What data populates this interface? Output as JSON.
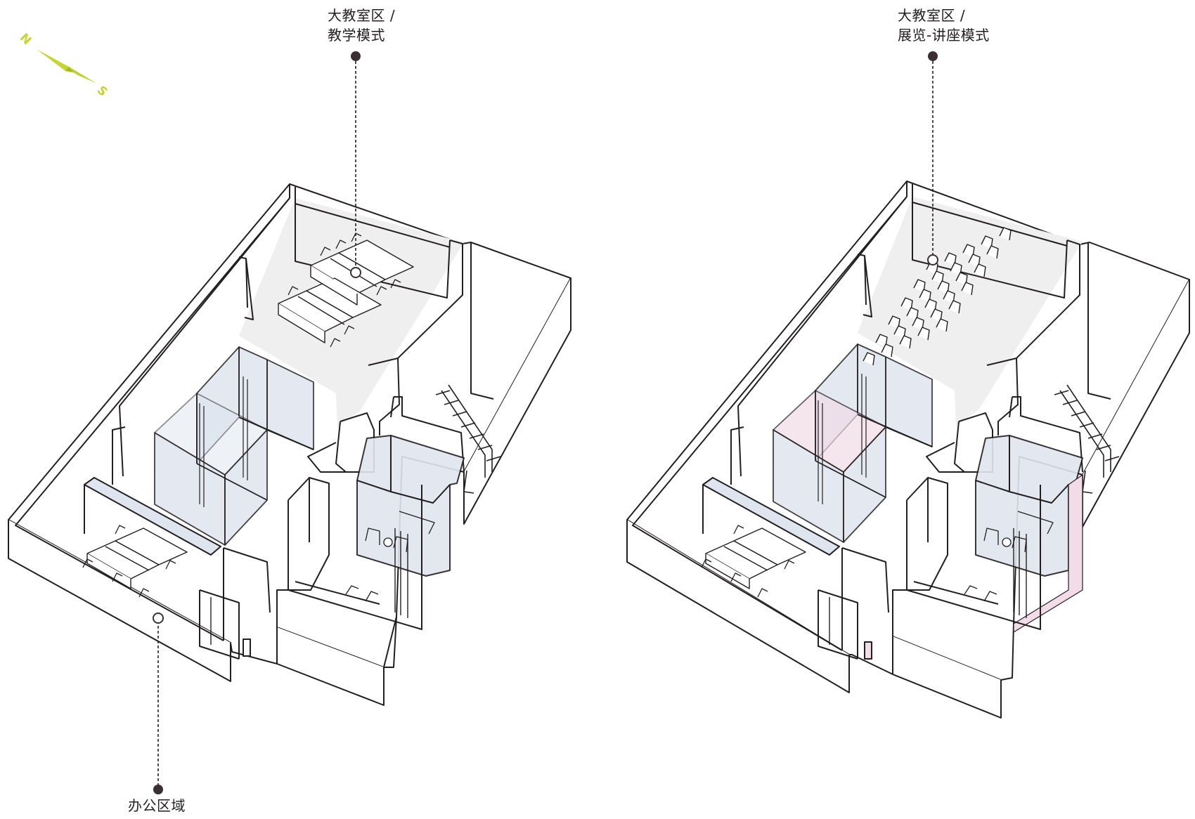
{
  "callouts": {
    "left_top": {
      "line1": "大教室区 /",
      "line2": "教学模式"
    },
    "right_top": {
      "line1": "大教室区 /",
      "line2": "展览-讲座模式"
    },
    "left_bottom": {
      "line1": "办公区域"
    }
  },
  "compass": {
    "north": "N",
    "south": "S",
    "color": "#c6d531"
  },
  "colors": {
    "line": "#231f20",
    "glass": "#dfe5ef",
    "floor": "#efefef",
    "accent_pink": "#f2dce8"
  }
}
